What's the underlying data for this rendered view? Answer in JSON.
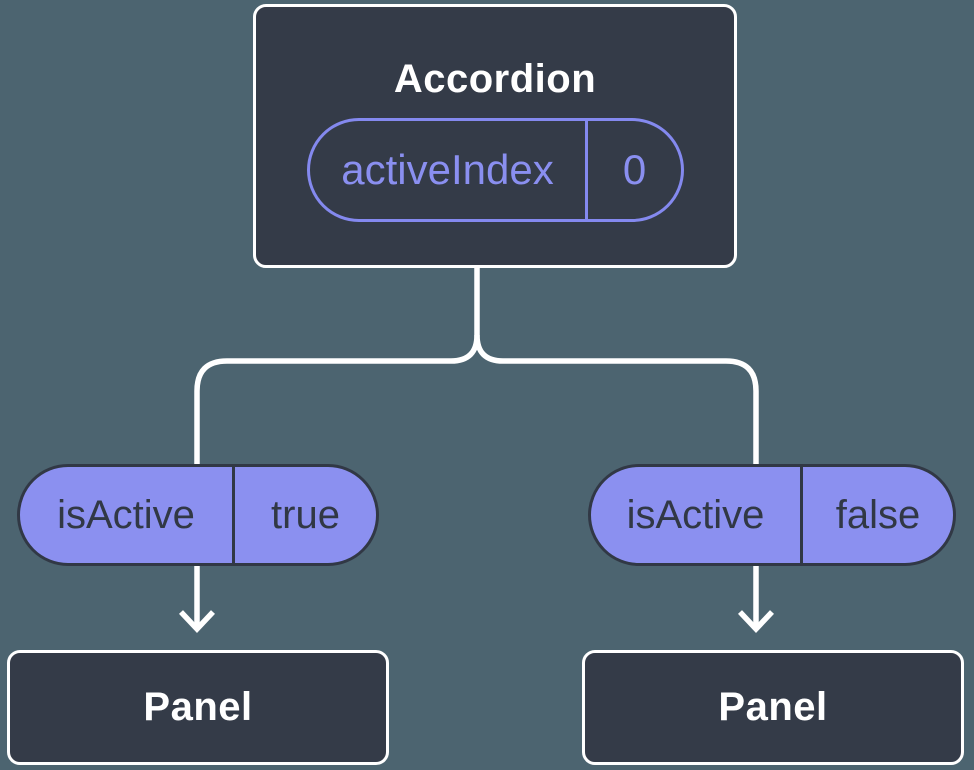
{
  "diagram": {
    "description": "React component tree: Accordion parent holding activeIndex state, passing isActive props to two Panel children",
    "colors": {
      "background": "#4c6470",
      "node_fill": "#343b48",
      "node_border": "#ffffff",
      "accent_purple_fill": "#8b90f0",
      "accent_purple_outline": "#8489ef",
      "accent_purple_text": "#8a8ff0",
      "dark_text": "#313845",
      "connector": "#ffffff"
    },
    "root": {
      "title": "Accordion",
      "state": {
        "name": "activeIndex",
        "value": "0"
      }
    },
    "props": [
      {
        "name": "isActive",
        "value": "true"
      },
      {
        "name": "isActive",
        "value": "false"
      }
    ],
    "children": [
      {
        "title": "Panel"
      },
      {
        "title": "Panel"
      }
    ]
  }
}
